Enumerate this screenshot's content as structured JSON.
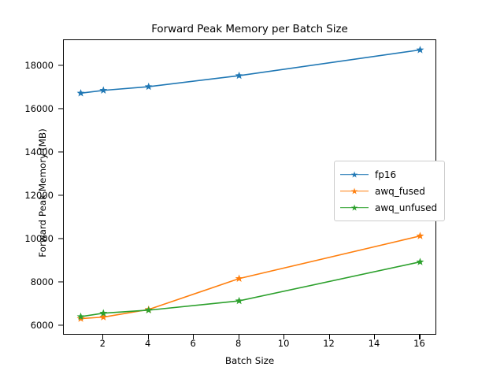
{
  "chart_data": {
    "type": "line",
    "title": "Forward Peak Memory per Batch Size",
    "xlabel": "Batch Size",
    "ylabel": "Forward Peak Memory (MB)",
    "x": [
      1,
      2,
      4,
      8,
      16
    ],
    "xlim": [
      0.25,
      16.75
    ],
    "ylim": [
      5550,
      19200
    ],
    "xticks": [
      2,
      4,
      6,
      8,
      10,
      12,
      14,
      16
    ],
    "xtick_labels": [
      "2",
      "4",
      "6",
      "8",
      "10",
      "12",
      "14",
      "16"
    ],
    "yticks": [
      6000,
      8000,
      10000,
      12000,
      14000,
      16000,
      18000
    ],
    "ytick_labels": [
      "6000",
      "8000",
      "10000",
      "12000",
      "14000",
      "16000",
      "18000"
    ],
    "grid": false,
    "legend_position": "center right",
    "marker": "star",
    "series": [
      {
        "name": "fp16",
        "color": "#1f77b4",
        "values": [
          16750,
          16880,
          17050,
          17560,
          18750
        ]
      },
      {
        "name": "awq_fused",
        "color": "#ff7f0e",
        "values": [
          6330,
          6400,
          6750,
          8180,
          10150
        ]
      },
      {
        "name": "awq_unfused",
        "color": "#2ca02c",
        "values": [
          6420,
          6580,
          6720,
          7150,
          8950
        ]
      }
    ]
  }
}
